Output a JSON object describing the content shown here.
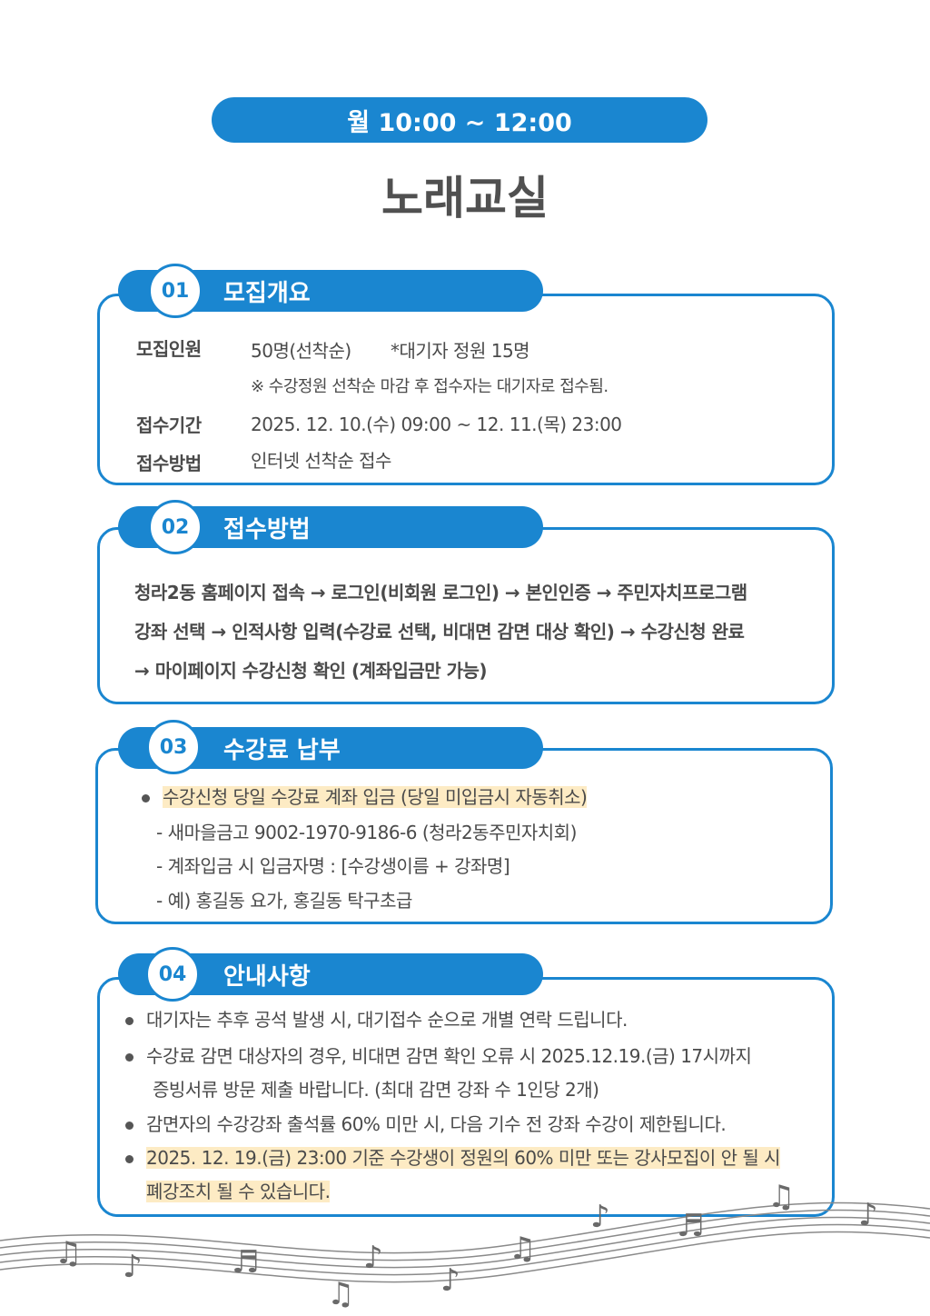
{
  "header": {
    "schedule": "월  10:00 ~ 12:00",
    "title": "노래교실"
  },
  "sections": [
    {
      "num": "01",
      "title": "모집개요",
      "rows": [
        {
          "label": "모집인원",
          "value": "50명(선착순)",
          "extra": "*대기자 정원 15명",
          "note": "※ 수강정원 선착순 마감 후 접수자는 대기자로 접수됨."
        },
        {
          "label": "접수기간",
          "value": "2025. 12. 10.(수) 09:00 ~ 12. 11.(목) 23:00"
        },
        {
          "label": "접수방법",
          "value": "인터넷 선착순 접수"
        }
      ]
    },
    {
      "num": "02",
      "title": "접수방법",
      "lines": [
        "청라2동 홈페이지 접속 → 로그인(비회원 로그인) → 본인인증 → 주민자치프로그램",
        "강좌 선택 → 인적사항 입력(수강료 선택, 비대면 감면 대상 확인) → 수강신청 완료",
        "→ 마이페이지 수강신청 확인 (계좌입금만 가능)"
      ]
    },
    {
      "num": "03",
      "title": "수강료 납부",
      "bullet": "수강신청 당일 수강료 계좌 입금  (당일 미입금시 자동취소)",
      "subs": [
        "-  새마을금고 9002-1970-9186-6 (청라2동주민자치회)",
        "-  계좌입금 시 입금자명 : [수강생이름 + 강좌명]",
        "-  예)  홍길동 요가,  홍길동 탁구초급"
      ]
    },
    {
      "num": "04",
      "title": "안내사항",
      "items": [
        "대기자는 추후 공석 발생 시, 대기접수 순으로 개별 연락 드립니다.",
        "수강료 감면 대상자의 경우, 비대면 감면 확인 오류 시 2025.12.19.(금) 17시까지",
        "증빙서류 방문 제출 바랍니다.  (최대 감면 강좌 수 1인당 2개)",
        "감면자의 수강강좌 출석률 60% 미만 시, 다음 기수 전 강좌 수강이 제한됩니다.",
        "2025. 12. 19.(금) 23:00 기준 수강생이 정원의 60% 미만 또는 강사모집이 안 될 시",
        "폐강조치 될 수 있습니다."
      ]
    }
  ],
  "colors": {
    "accent": "#1a86d0",
    "highlight": "#fdebc4"
  }
}
